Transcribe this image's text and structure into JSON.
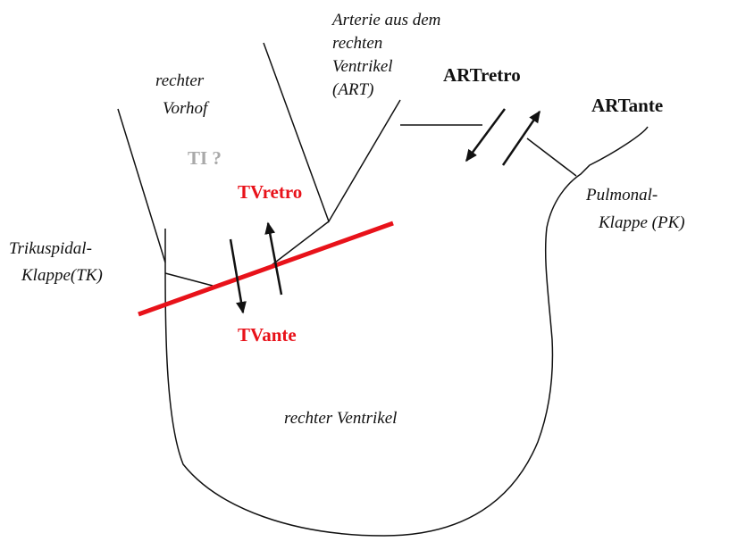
{
  "labels": {
    "art_line1": "Arterie aus dem",
    "art_line2": "rechten",
    "art_line3": "Ventrikel",
    "art_line4": "(ART)",
    "vorhof_line1": "rechter",
    "vorhof_line2": "Vorhof",
    "ti": "TI ?",
    "tv_retro": "TVretro",
    "tv_ante": "TVante",
    "art_retro": "ARTretro",
    "art_ante": "ARTante",
    "tk_line1": "Trikuspidal-",
    "tk_line2": "Klappe(TK)",
    "pk_line1": "Pulmonal-",
    "pk_line2": "Klappe (PK)",
    "ventrikel": "rechter Ventrikel"
  },
  "colors": {
    "outline": "#111111",
    "valve": "#e8121a",
    "label_red": "#e8121a",
    "label_grey": "#a9a9a9"
  }
}
